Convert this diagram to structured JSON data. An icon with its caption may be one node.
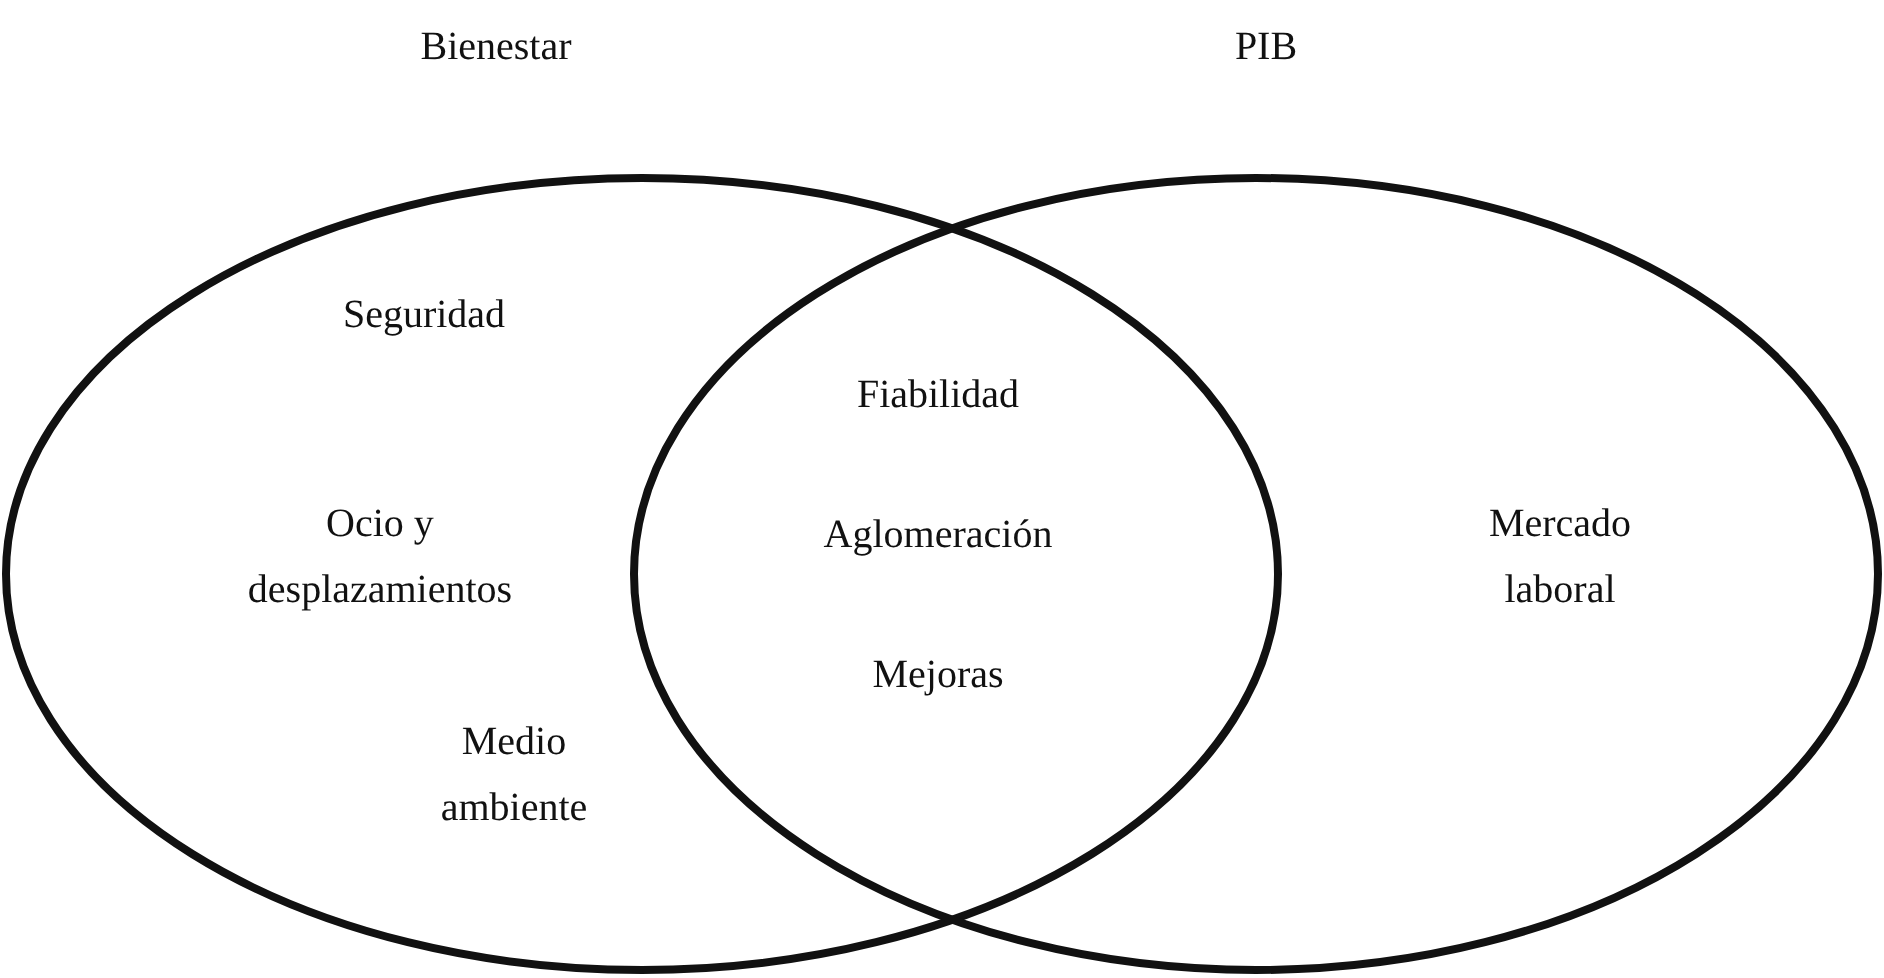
{
  "diagram": {
    "nodes": [
      {
        "text": [
          "Bienestar",
          "Seguridad",
          "Ocio y desplazamientos",
          "Medio ambiente"
        ]
      },
      {
        "text": [
          "PIB",
          "Mercado laboral"
        ]
      }
    ],
    "edges": [],
    "labels": [
      "Fiabilidad",
      "Aglomeración",
      "Mejoras"
    ]
  }
}
